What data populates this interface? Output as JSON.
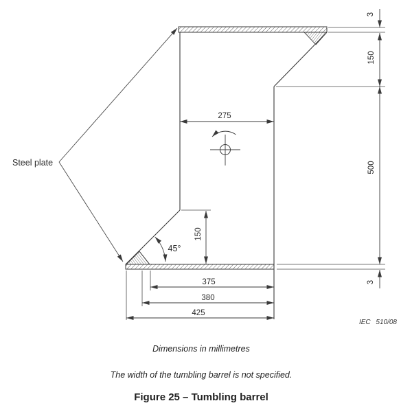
{
  "figure": {
    "labels": {
      "steel_plate": "Steel plate",
      "angle_45": "45°",
      "iec_ref": "IEC 510/08"
    },
    "dimensions": {
      "top_plate_thickness_mm": "3",
      "upper_right_height_mm": "150",
      "right_wall_height_mm": "500",
      "bottom_plate_thickness_mm": "3",
      "top_inner_width_mm": "275",
      "slope_height_mm": "150",
      "bottom_inner_width_mm": "375",
      "bottom_plate_inner_width_mm": "380",
      "bottom_overall_width_mm": "425"
    },
    "captions": {
      "units_note": "Dimensions in millimetres",
      "width_note": "The width of the tumbling barrel is not specified.",
      "title": "Figure 25 – Tumbling barrel"
    },
    "colors": {
      "ink": "#3a3a3a"
    }
  }
}
